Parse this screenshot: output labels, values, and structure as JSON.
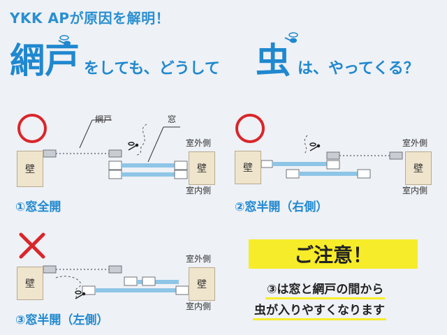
{
  "header": {
    "title": "YKK APが原因を解明！"
  },
  "headline": {
    "part1": "網戸",
    "part2": "をしても、どうして",
    "part3": "虫",
    "part4": "は、やってくる？"
  },
  "diagrams": [
    {
      "mark": "circle",
      "caption": "①窓全開",
      "wall_label": "壁",
      "outside_label": "",
      "inside_label": "室内側",
      "screen_label": "網戸",
      "window_label": "窓"
    },
    {
      "mark": "circle",
      "caption": "②窓半開（右側）",
      "wall_label": "壁",
      "outside_label": "室外側",
      "inside_label": "室内側"
    },
    {
      "mark": "cross",
      "caption": "③窓半開（左側）",
      "wall_label": "壁",
      "outside_label": "室外側",
      "inside_label": "室内側"
    }
  ],
  "diagram1": {
    "outside_label": "室外側"
  },
  "notice": {
    "title": "ご注意！",
    "line1": "③は窓と網戸の間から",
    "line2": "虫が入りやすくなります"
  },
  "colors": {
    "accent": "#1f88cf",
    "mark_red": "#d9262a",
    "wall": "#efe4cc",
    "rail_blue": "#8ec5e6",
    "notice_yellow": "#f7ec29"
  }
}
